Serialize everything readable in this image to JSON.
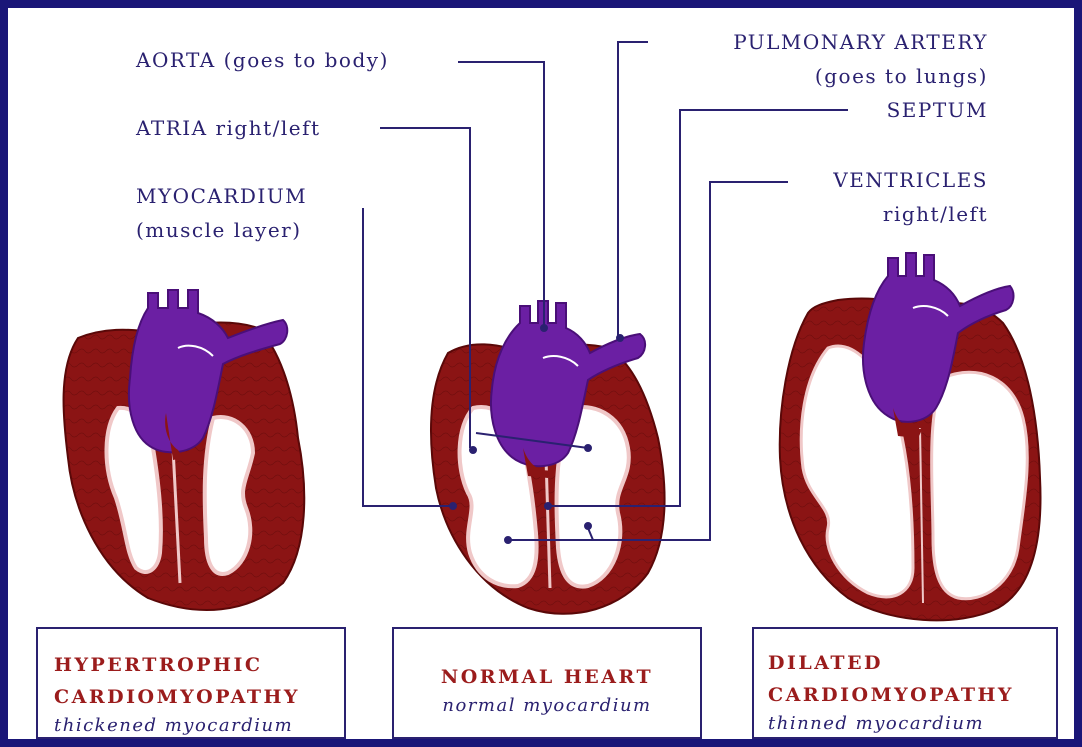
{
  "labels": {
    "aorta": "AORTA (goes to body)",
    "atria": "ATRIA right/left",
    "myocardium_1": "MYOCARDIUM",
    "myocardium_2": "(muscle layer)",
    "pulmonary_1": "PULMONARY ARTERY",
    "pulmonary_2": "(goes to lungs)",
    "septum": "SEPTUM",
    "ventricles_1": "VENTRICLES",
    "ventricles_2": "right/left"
  },
  "panels": [
    {
      "title_1": "HYPERTROPHIC",
      "title_2": "CARDIOMYOPATHY",
      "subtitle": "thickened myocardium"
    },
    {
      "title_1": "NORMAL HEART",
      "subtitle": "normal myocardium"
    },
    {
      "title_1": "DILATED",
      "title_2": "CARDIOMYOPATHY",
      "subtitle": "thinned myocardium"
    }
  ],
  "colors": {
    "border": "#1a1678",
    "muscle": "#8b1414",
    "vessel": "#6b1fa3",
    "leader": "#2a2170",
    "title": "#9b1c1c"
  }
}
